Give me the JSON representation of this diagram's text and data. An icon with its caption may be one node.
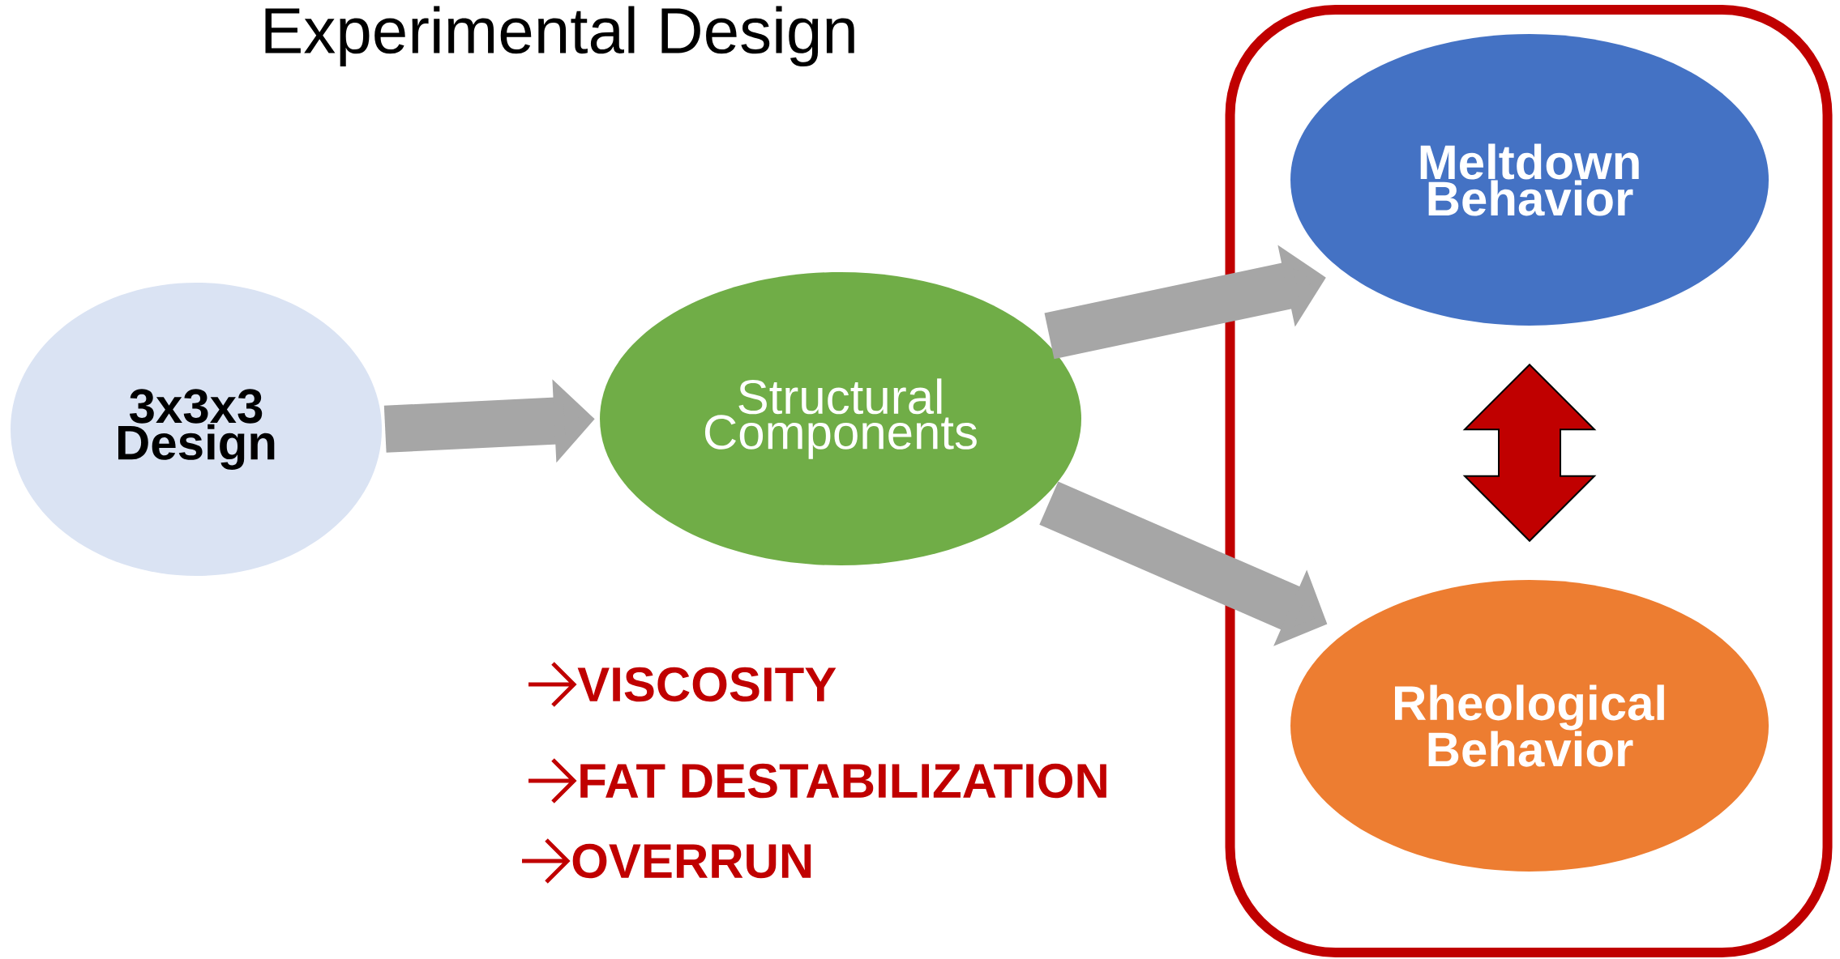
{
  "diagram": {
    "title": "Experimental Design",
    "nodes": [
      {
        "text": [
          "3x3x3 Design"
        ]
      },
      {
        "text": [
          "Structural Components"
        ]
      },
      {
        "text": [],
        "shape": "box"
      },
      {
        "text": [
          "Meltdown Behavior"
        ],
        "in": 2
      },
      {
        "text": [
          "Rheological Behavior"
        ],
        "in": 2
      }
    ],
    "edges": [
      {
        "from": 0,
        "to": 1,
        "arrow": "to"
      },
      {
        "from": 1,
        "to": 3,
        "arrow": "to"
      },
      {
        "from": 1,
        "to": 4,
        "arrow": "to"
      },
      {
        "from": 3,
        "to": 4,
        "arrow": "both",
        "color": "#c00000"
      }
    ],
    "labels": [
      "VISCOSITY",
      "FAT DESTABILIZATION",
      "OVERRUN"
    ]
  }
}
